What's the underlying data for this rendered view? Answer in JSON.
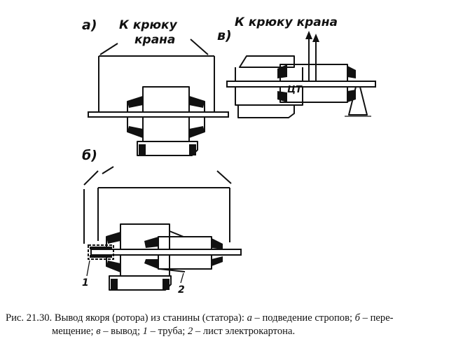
{
  "labels": {
    "panel_a": "а)",
    "panel_b": "б)",
    "panel_v": "в)",
    "to_hook_a_line1": "К крюку",
    "to_hook_a_line2": "крана",
    "to_hook_v": "К крюку  крана",
    "center_mark": "ЦТ",
    "part_1": "1",
    "part_2": "2"
  },
  "caption": {
    "line1_prefix": "Рис. 21.30. Вывод якоря (ротора) из станины (статора): ",
    "a_letter": "а",
    "a_text": " – подведение стропов; ",
    "b_letter": "б",
    "b_text": " – пере-",
    "line2_prefix": "мещение; ",
    "v_letter": "в",
    "v_text": " – вывод; ",
    "n1": "1",
    "n1_text": " – труба; ",
    "n2": "2",
    "n2_text": " – лист электрокартона."
  }
}
